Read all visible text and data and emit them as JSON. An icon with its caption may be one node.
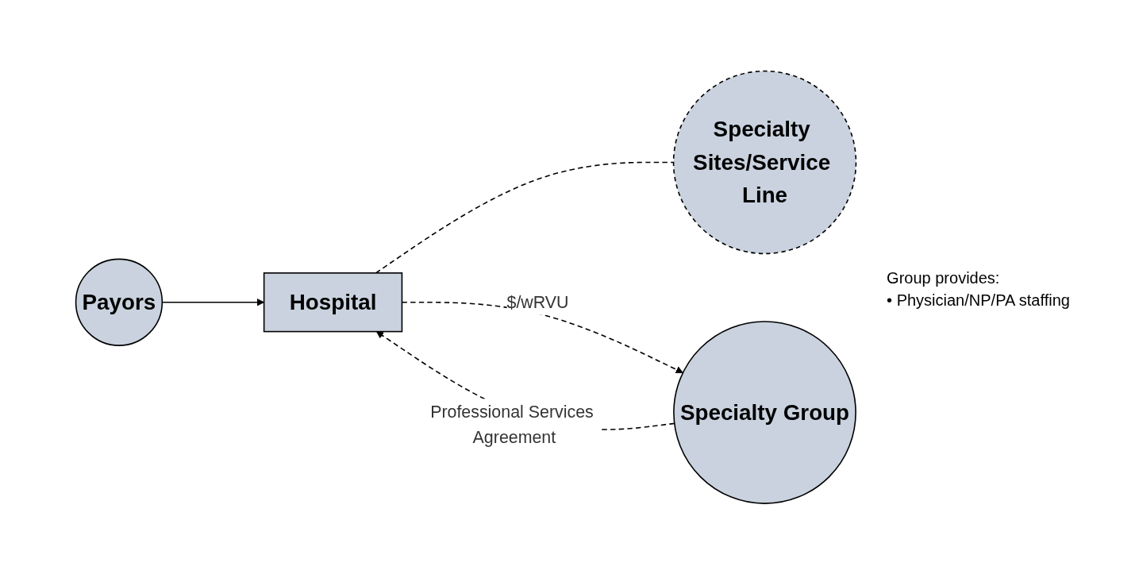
{
  "diagram": {
    "nodes": [
      {
        "text": [
          "Hospital"
        ]
      },
      {
        "text": [
          "Payors"
        ]
      },
      {
        "text": [
          "Specialty Sites/Service Line"
        ]
      },
      {
        "text": [
          "Specialty Group"
        ],
        "beside": [
          "Group provides:",
          "• Physician/NP/PA staffing"
        ]
      }
    ],
    "edges": [
      {
        "from": 1,
        "to": 0,
        "arrow": "to"
      },
      {
        "from": 0,
        "to": 2,
        "arrow": "none",
        "style": "dashed"
      },
      {
        "from": 3,
        "to": 0,
        "arrow": "to",
        "style": "dashed",
        "label": "Professional Services Agreement"
      },
      {
        "from": 0,
        "to": 3,
        "arrow": "to",
        "style": "dashed",
        "label": "$/wRVU"
      }
    ]
  }
}
